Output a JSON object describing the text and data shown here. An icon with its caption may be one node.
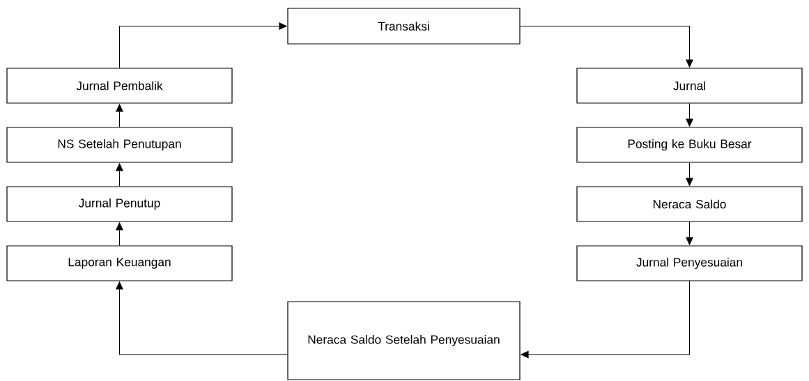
{
  "diagram": {
    "nodes": [
      {
        "text": [
          "Transaksi"
        ]
      },
      {
        "text": [
          "Jurnal"
        ]
      },
      {
        "text": [
          "Posting ke Buku Besar"
        ]
      },
      {
        "text": [
          "Neraca Saldo"
        ]
      },
      {
        "text": [
          "Jurnal Penyesuaian"
        ]
      },
      {
        "text": [
          "Neraca Saldo Setelah Penyesuaian"
        ]
      },
      {
        "text": [
          "Laporan Keuangan"
        ]
      },
      {
        "text": [
          "Jurnal Penutup"
        ]
      },
      {
        "text": [
          "NS Setelah Penutupan"
        ]
      },
      {
        "text": [
          "Jurnal Pembalik"
        ]
      }
    ],
    "edges": [
      {
        "from": 0,
        "to": 1,
        "arrow": "to"
      },
      {
        "from": 1,
        "to": 2,
        "arrow": "to"
      },
      {
        "from": 2,
        "to": 3,
        "arrow": "to"
      },
      {
        "from": 3,
        "to": 4,
        "arrow": "to"
      },
      {
        "from": 4,
        "to": 5,
        "arrow": "to"
      },
      {
        "from": 5,
        "to": 6,
        "arrow": "to"
      },
      {
        "from": 6,
        "to": 7,
        "arrow": "to"
      },
      {
        "from": 7,
        "to": 8,
        "arrow": "to"
      },
      {
        "from": 8,
        "to": 9,
        "arrow": "to"
      },
      {
        "from": 9,
        "to": 0,
        "arrow": "to"
      }
    ]
  }
}
